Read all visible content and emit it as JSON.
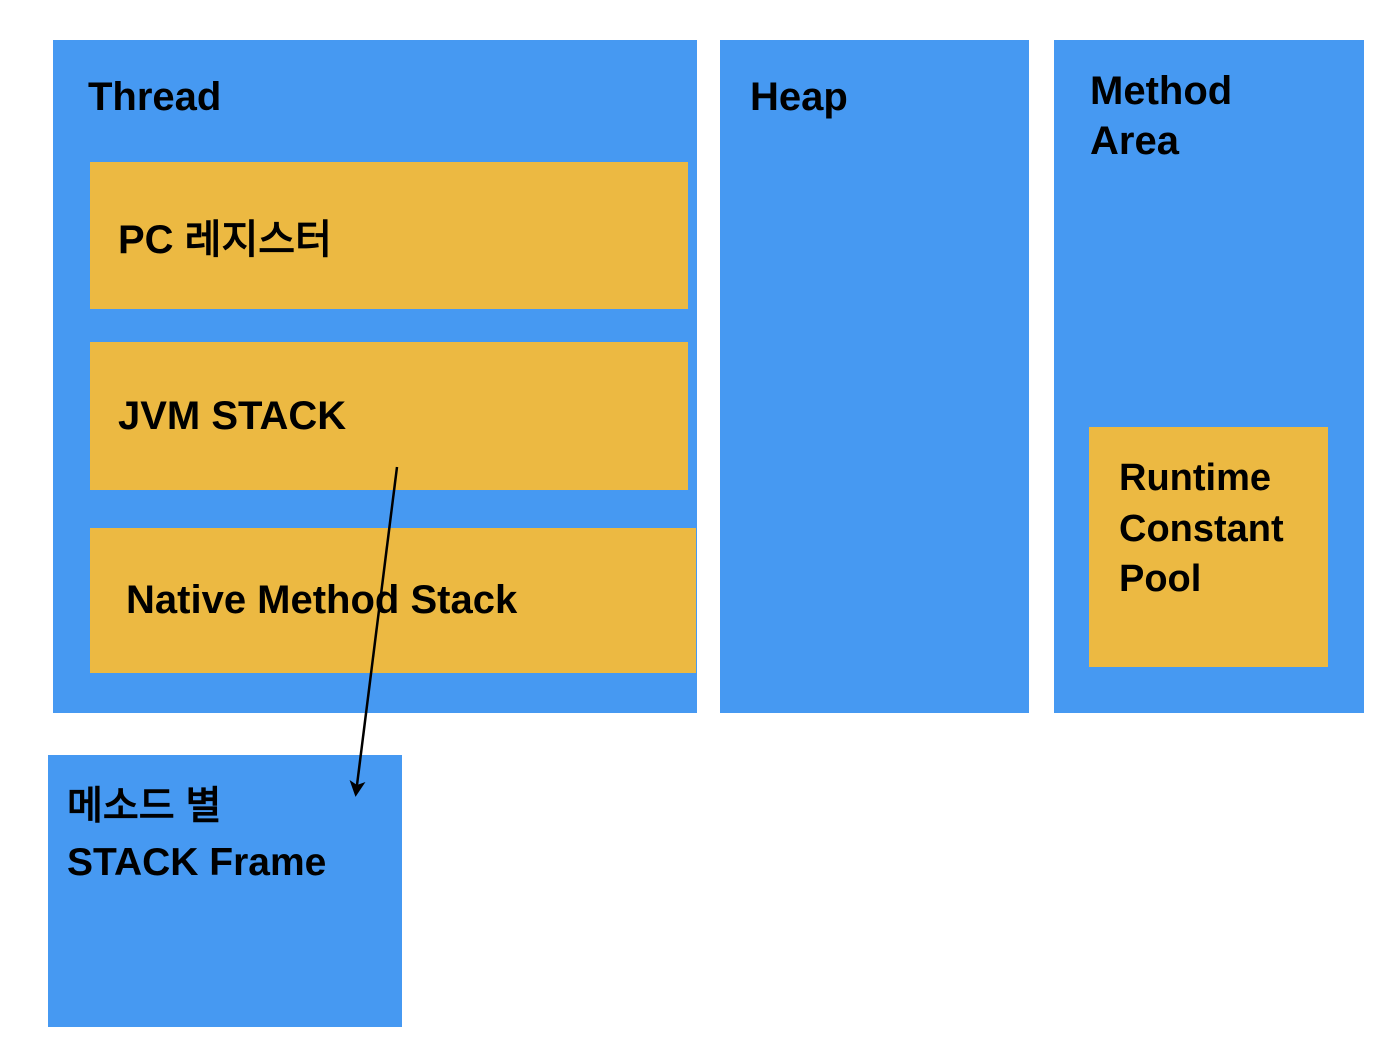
{
  "colors": {
    "panel_blue": "#4699F2",
    "box_orange": "#ECB942",
    "text_black": "#000000",
    "page_bg": "#FFFFFF"
  },
  "panels": {
    "thread": {
      "title": "Thread",
      "boxes": [
        {
          "label": "PC 레지스터"
        },
        {
          "label": "JVM STACK"
        },
        {
          "label": "Native Method Stack"
        }
      ]
    },
    "heap": {
      "title": "Heap"
    },
    "method_area": {
      "title": "Method Area",
      "boxes": [
        {
          "label": "Runtime Constant Pool"
        }
      ]
    },
    "stack_frame": {
      "lines": [
        "메소드 별",
        "STACK Frame"
      ]
    },
    "arrow": {
      "from": "JVM STACK",
      "to": "STACK Frame"
    }
  }
}
